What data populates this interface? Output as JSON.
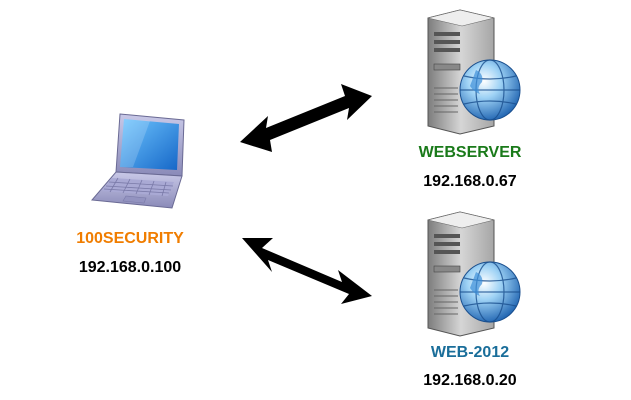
{
  "nodes": {
    "client": {
      "name": "100SECURITY",
      "ip": "192.168.0.100",
      "icon": "laptop-icon",
      "color": "#f07d00"
    },
    "webserver": {
      "name": "WEBSERVER",
      "ip": "192.168.0.67",
      "icon": "web-server-icon",
      "color": "#1a7a1a"
    },
    "web2012": {
      "name": "WEB-2012",
      "ip": "192.168.0.20",
      "icon": "web-server-icon",
      "color": "#1a6e9a"
    }
  },
  "connections": [
    {
      "from": "client",
      "to": "webserver",
      "type": "bidirectional"
    },
    {
      "from": "client",
      "to": "web2012",
      "type": "bidirectional"
    }
  ]
}
